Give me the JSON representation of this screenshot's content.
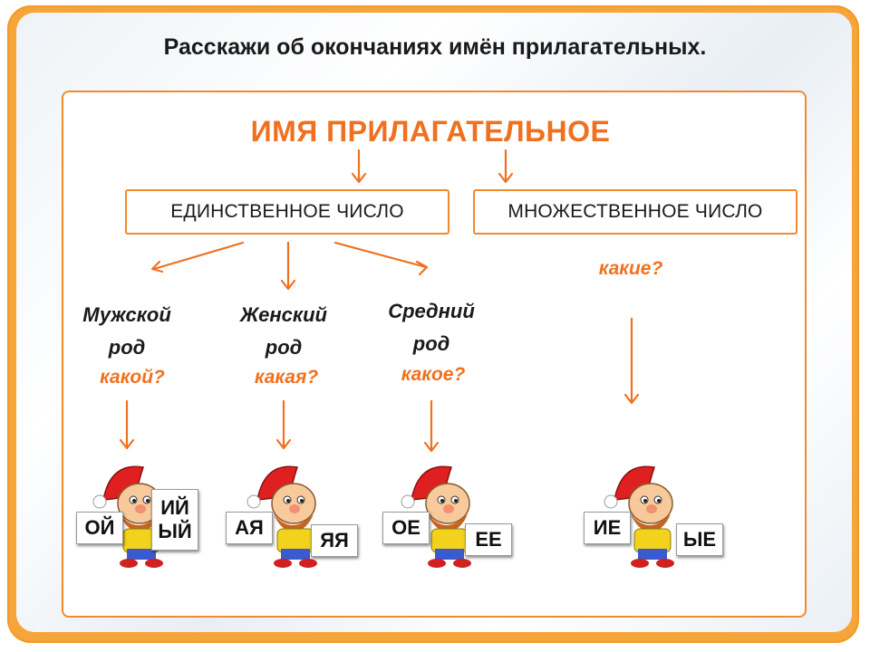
{
  "title": "Расскажи об окончаниях имён прилагательных.",
  "heading": "ИМЯ  ПРИЛАГАТЕЛЬНОЕ",
  "boxes": {
    "singular": "ЕДИНСТВЕННОЕ ЧИСЛО",
    "plural": "МНОЖЕСТВЕННОЕ ЧИСЛО"
  },
  "branches": {
    "masculine": {
      "line1": "Мужской",
      "line2": "род",
      "question": "какой?",
      "endings": [
        "ОЙ",
        "ИЙ",
        "ЫЙ"
      ]
    },
    "feminine": {
      "line1": "Женский",
      "line2": "род",
      "question": "какая?",
      "endings": [
        "АЯ",
        "ЯЯ"
      ]
    },
    "neuter": {
      "line1": "Средний",
      "line2": "род",
      "question": "какое?",
      "endings": [
        "ОЕ",
        "ЕЕ"
      ]
    },
    "plural": {
      "question": "какие?",
      "endings": [
        "ИЕ",
        "ЫЕ"
      ]
    }
  },
  "colors": {
    "accent": "#f07020",
    "frame": "#f6a53a",
    "text": "#1a1a1a"
  },
  "icons": {
    "character": "gnome-character-icon",
    "arrow": "arrow-down-icon"
  }
}
